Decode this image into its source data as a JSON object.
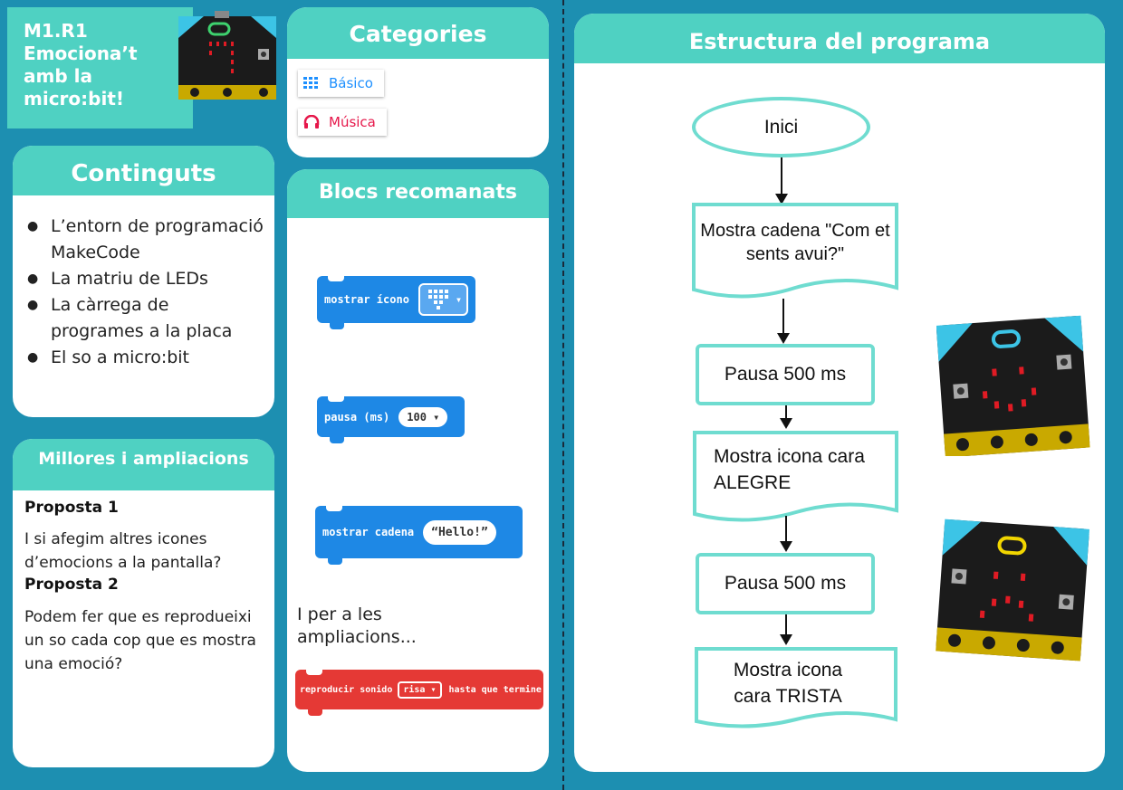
{
  "title": "M1.R1 Emociona’t amb la micro:bit!",
  "contents": {
    "heading": "Continguts",
    "items": [
      "L’entorn de programació MakeCode",
      "La matriu de LEDs",
      "La càrrega de programes a la placa",
      "El so a micro:bit"
    ]
  },
  "improvements": {
    "heading": "Millores i ampliacions",
    "p1_title": "Proposta 1",
    "p1_text": "I si afegim altres icones d’emocions a la pantalla?",
    "p2_title": "Proposta 2",
    "p2_text": "Podem fer que es reprodueixi un so cada cop que es mostra una emoció?"
  },
  "categories": {
    "heading": "Categories",
    "items": [
      {
        "label": "Básico",
        "color": "#1e90ff",
        "icon": "grid-icon"
      },
      {
        "label": "Música",
        "color": "#e6174a",
        "icon": "headphones-icon"
      }
    ]
  },
  "blocks": {
    "heading": "Blocs recomanats",
    "show_icon": "mostrar ícono",
    "pause": "pausa (ms)",
    "pause_value": "100",
    "show_string": "mostrar cadena",
    "string_value": "Hello!",
    "extensions_text": "I per a les ampliacions...",
    "play_sound": "reproducir sonido",
    "sound_value": "risa",
    "until_done": "hasta que termine"
  },
  "program": {
    "heading": "Estructura del programa",
    "start": "Inici",
    "step1": "Mostra cadena \"Com et sents avui?\"",
    "step2": "Pausa 500 ms",
    "step3": "Mostra icona cara ALEGRE",
    "step4": "Pausa 500 ms",
    "step5": "Mostra icona cara TRISTA"
  },
  "colors": {
    "background": "#1d8fb1",
    "accent": "#4fd1c2",
    "block_blue": "#1e88e5",
    "block_red": "#e53935"
  }
}
